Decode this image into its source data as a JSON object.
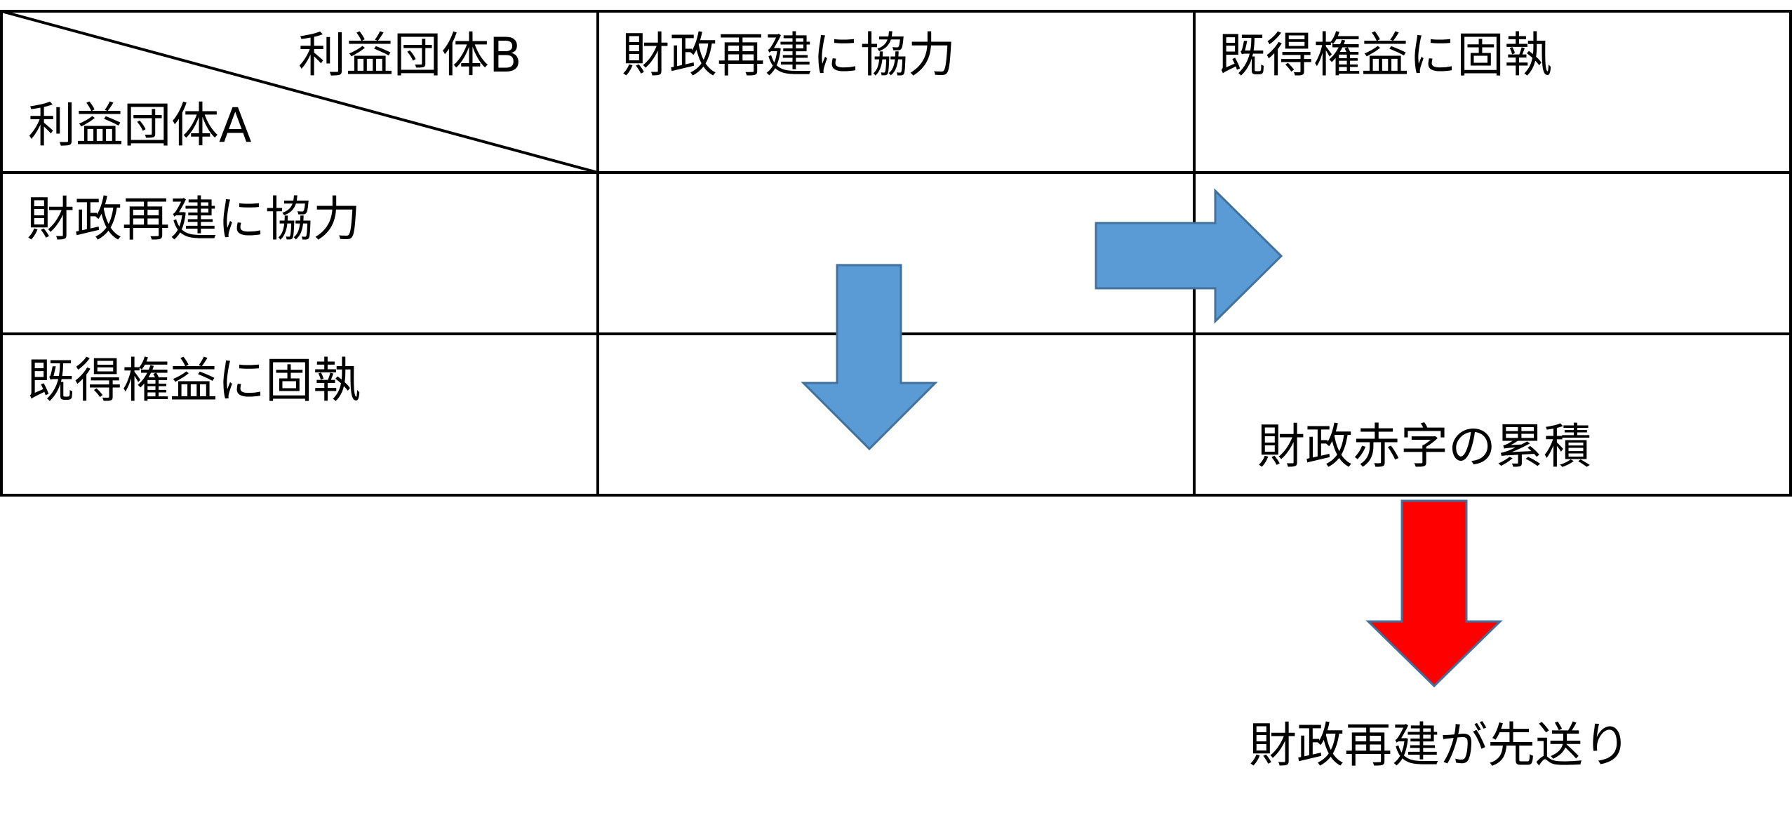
{
  "diagram": {
    "corner": {
      "column_label": "利益団体B",
      "row_label": "利益団体A"
    },
    "columns": [
      {
        "label": "財政再建に協力"
      },
      {
        "label": "既得権益に固執"
      }
    ],
    "rows": [
      {
        "label": "財政再建に協力"
      },
      {
        "label": "既得権益に固執"
      }
    ],
    "cell_note": "財政赤字の累積",
    "outcome": "財政再建が先送り",
    "colors": {
      "grid_line": "#000000",
      "blue_arrow_fill": "#5b9bd5",
      "blue_arrow_stroke": "#41719c",
      "red_arrow_fill": "#ff0000",
      "red_arrow_stroke": "#41719c"
    }
  }
}
